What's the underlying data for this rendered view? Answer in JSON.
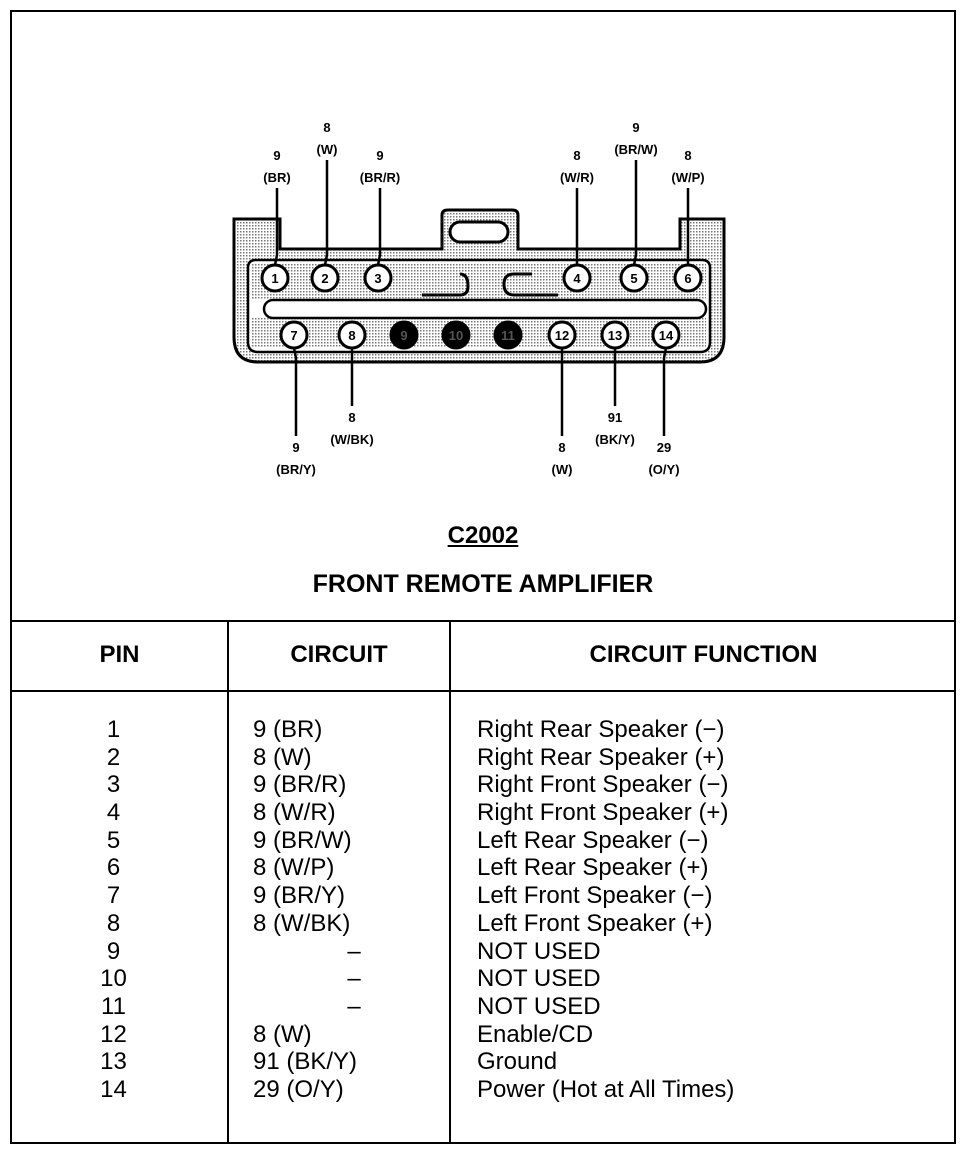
{
  "connector": {
    "id": "C2002",
    "name": "FRONT REMOTE AMPLIFIER"
  },
  "table": {
    "headers": {
      "pin": "PIN",
      "circuit": "CIRCUIT",
      "function": "CIRCUIT FUNCTION"
    },
    "rows": [
      {
        "pin": "1",
        "circuit": "9 (BR)",
        "function": "Right Rear Speaker (−)"
      },
      {
        "pin": "2",
        "circuit": "8 (W)",
        "function": "Right Rear Speaker (+)"
      },
      {
        "pin": "3",
        "circuit": "9 (BR/R)",
        "function": "Right Front Speaker (−)"
      },
      {
        "pin": "4",
        "circuit": "8 (W/R)",
        "function": "Right Front Speaker (+)"
      },
      {
        "pin": "5",
        "circuit": "9 (BR/W)",
        "function": "Left Rear Speaker (−)"
      },
      {
        "pin": "6",
        "circuit": "8 (W/P)",
        "function": "Left Rear Speaker (+)"
      },
      {
        "pin": "7",
        "circuit": "9 (BR/Y)",
        "function": "Left Front Speaker (−)"
      },
      {
        "pin": "8",
        "circuit": "8 (W/BK)",
        "function": "Left Front Speaker (+)"
      },
      {
        "pin": "9",
        "circuit": "–",
        "function": "NOT USED"
      },
      {
        "pin": "10",
        "circuit": "–",
        "function": "NOT USED"
      },
      {
        "pin": "11",
        "circuit": "–",
        "function": "NOT USED"
      },
      {
        "pin": "12",
        "circuit": "8 (W)",
        "function": "Enable/CD"
      },
      {
        "pin": "13",
        "circuit": "91 (BK/Y)",
        "function": "Ground"
      },
      {
        "pin": "14",
        "circuit": "29 (O/Y)",
        "function": "Power (Hot at All Times)"
      }
    ]
  },
  "pins": [
    {
      "num": "1",
      "circuit": "9",
      "color": "(BR)",
      "used": true
    },
    {
      "num": "2",
      "circuit": "8",
      "color": "(W)",
      "used": true
    },
    {
      "num": "3",
      "circuit": "9",
      "color": "(BR/R)",
      "used": true
    },
    {
      "num": "4",
      "circuit": "8",
      "color": "(W/R)",
      "used": true
    },
    {
      "num": "5",
      "circuit": "9",
      "color": "(BR/W)",
      "used": true
    },
    {
      "num": "6",
      "circuit": "8",
      "color": "(W/P)",
      "used": true
    },
    {
      "num": "7",
      "circuit": "9",
      "color": "(BR/Y)",
      "used": true
    },
    {
      "num": "8",
      "circuit": "8",
      "color": "(W/BK)",
      "used": true
    },
    {
      "num": "9",
      "circuit": "",
      "color": "",
      "used": false
    },
    {
      "num": "10",
      "circuit": "",
      "color": "",
      "used": false
    },
    {
      "num": "11",
      "circuit": "",
      "color": "",
      "used": false
    },
    {
      "num": "12",
      "circuit": "8",
      "color": "(W)",
      "used": true
    },
    {
      "num": "13",
      "circuit": "91",
      "color": "(BK/Y)",
      "used": true
    },
    {
      "num": "14",
      "circuit": "29",
      "color": "(O/Y)",
      "used": true
    }
  ]
}
